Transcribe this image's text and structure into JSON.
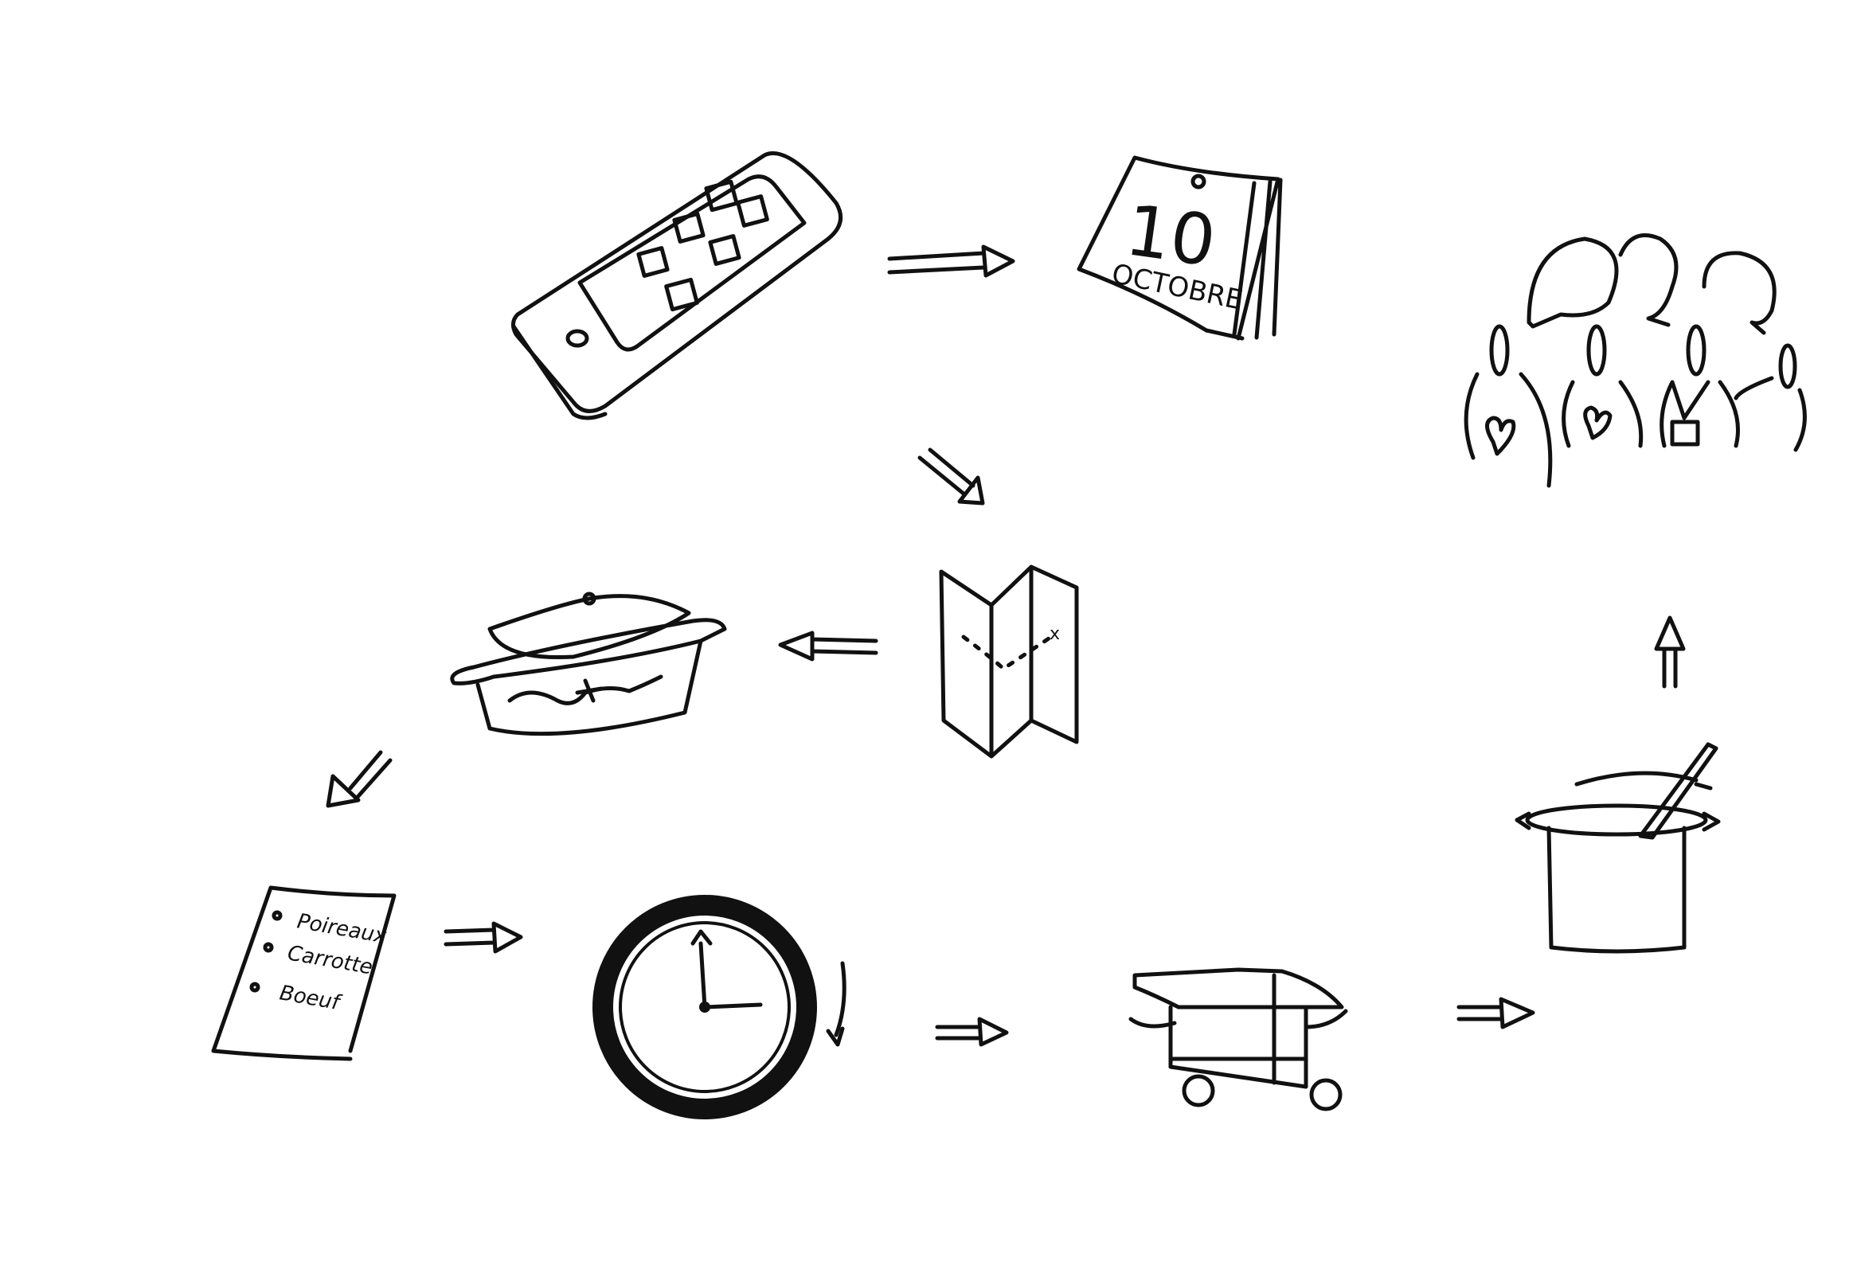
{
  "calendar": {
    "day": "10",
    "month": "OCTOBRE"
  },
  "shopping_list": {
    "items": [
      "Poireaux",
      "Carrotte",
      "Boeuf"
    ]
  },
  "colors": {
    "ink": "#111111",
    "paper": "#ffffff"
  }
}
